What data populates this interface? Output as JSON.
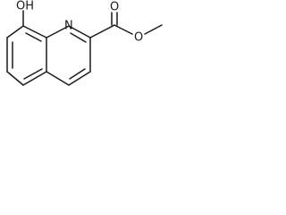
{
  "structure": {
    "atoms": {
      "hydroxyl_oxygen": "OH",
      "ring_nitrogen": "N",
      "carbonyl_oxygen": "O",
      "ester_oxygen": "O"
    }
  }
}
